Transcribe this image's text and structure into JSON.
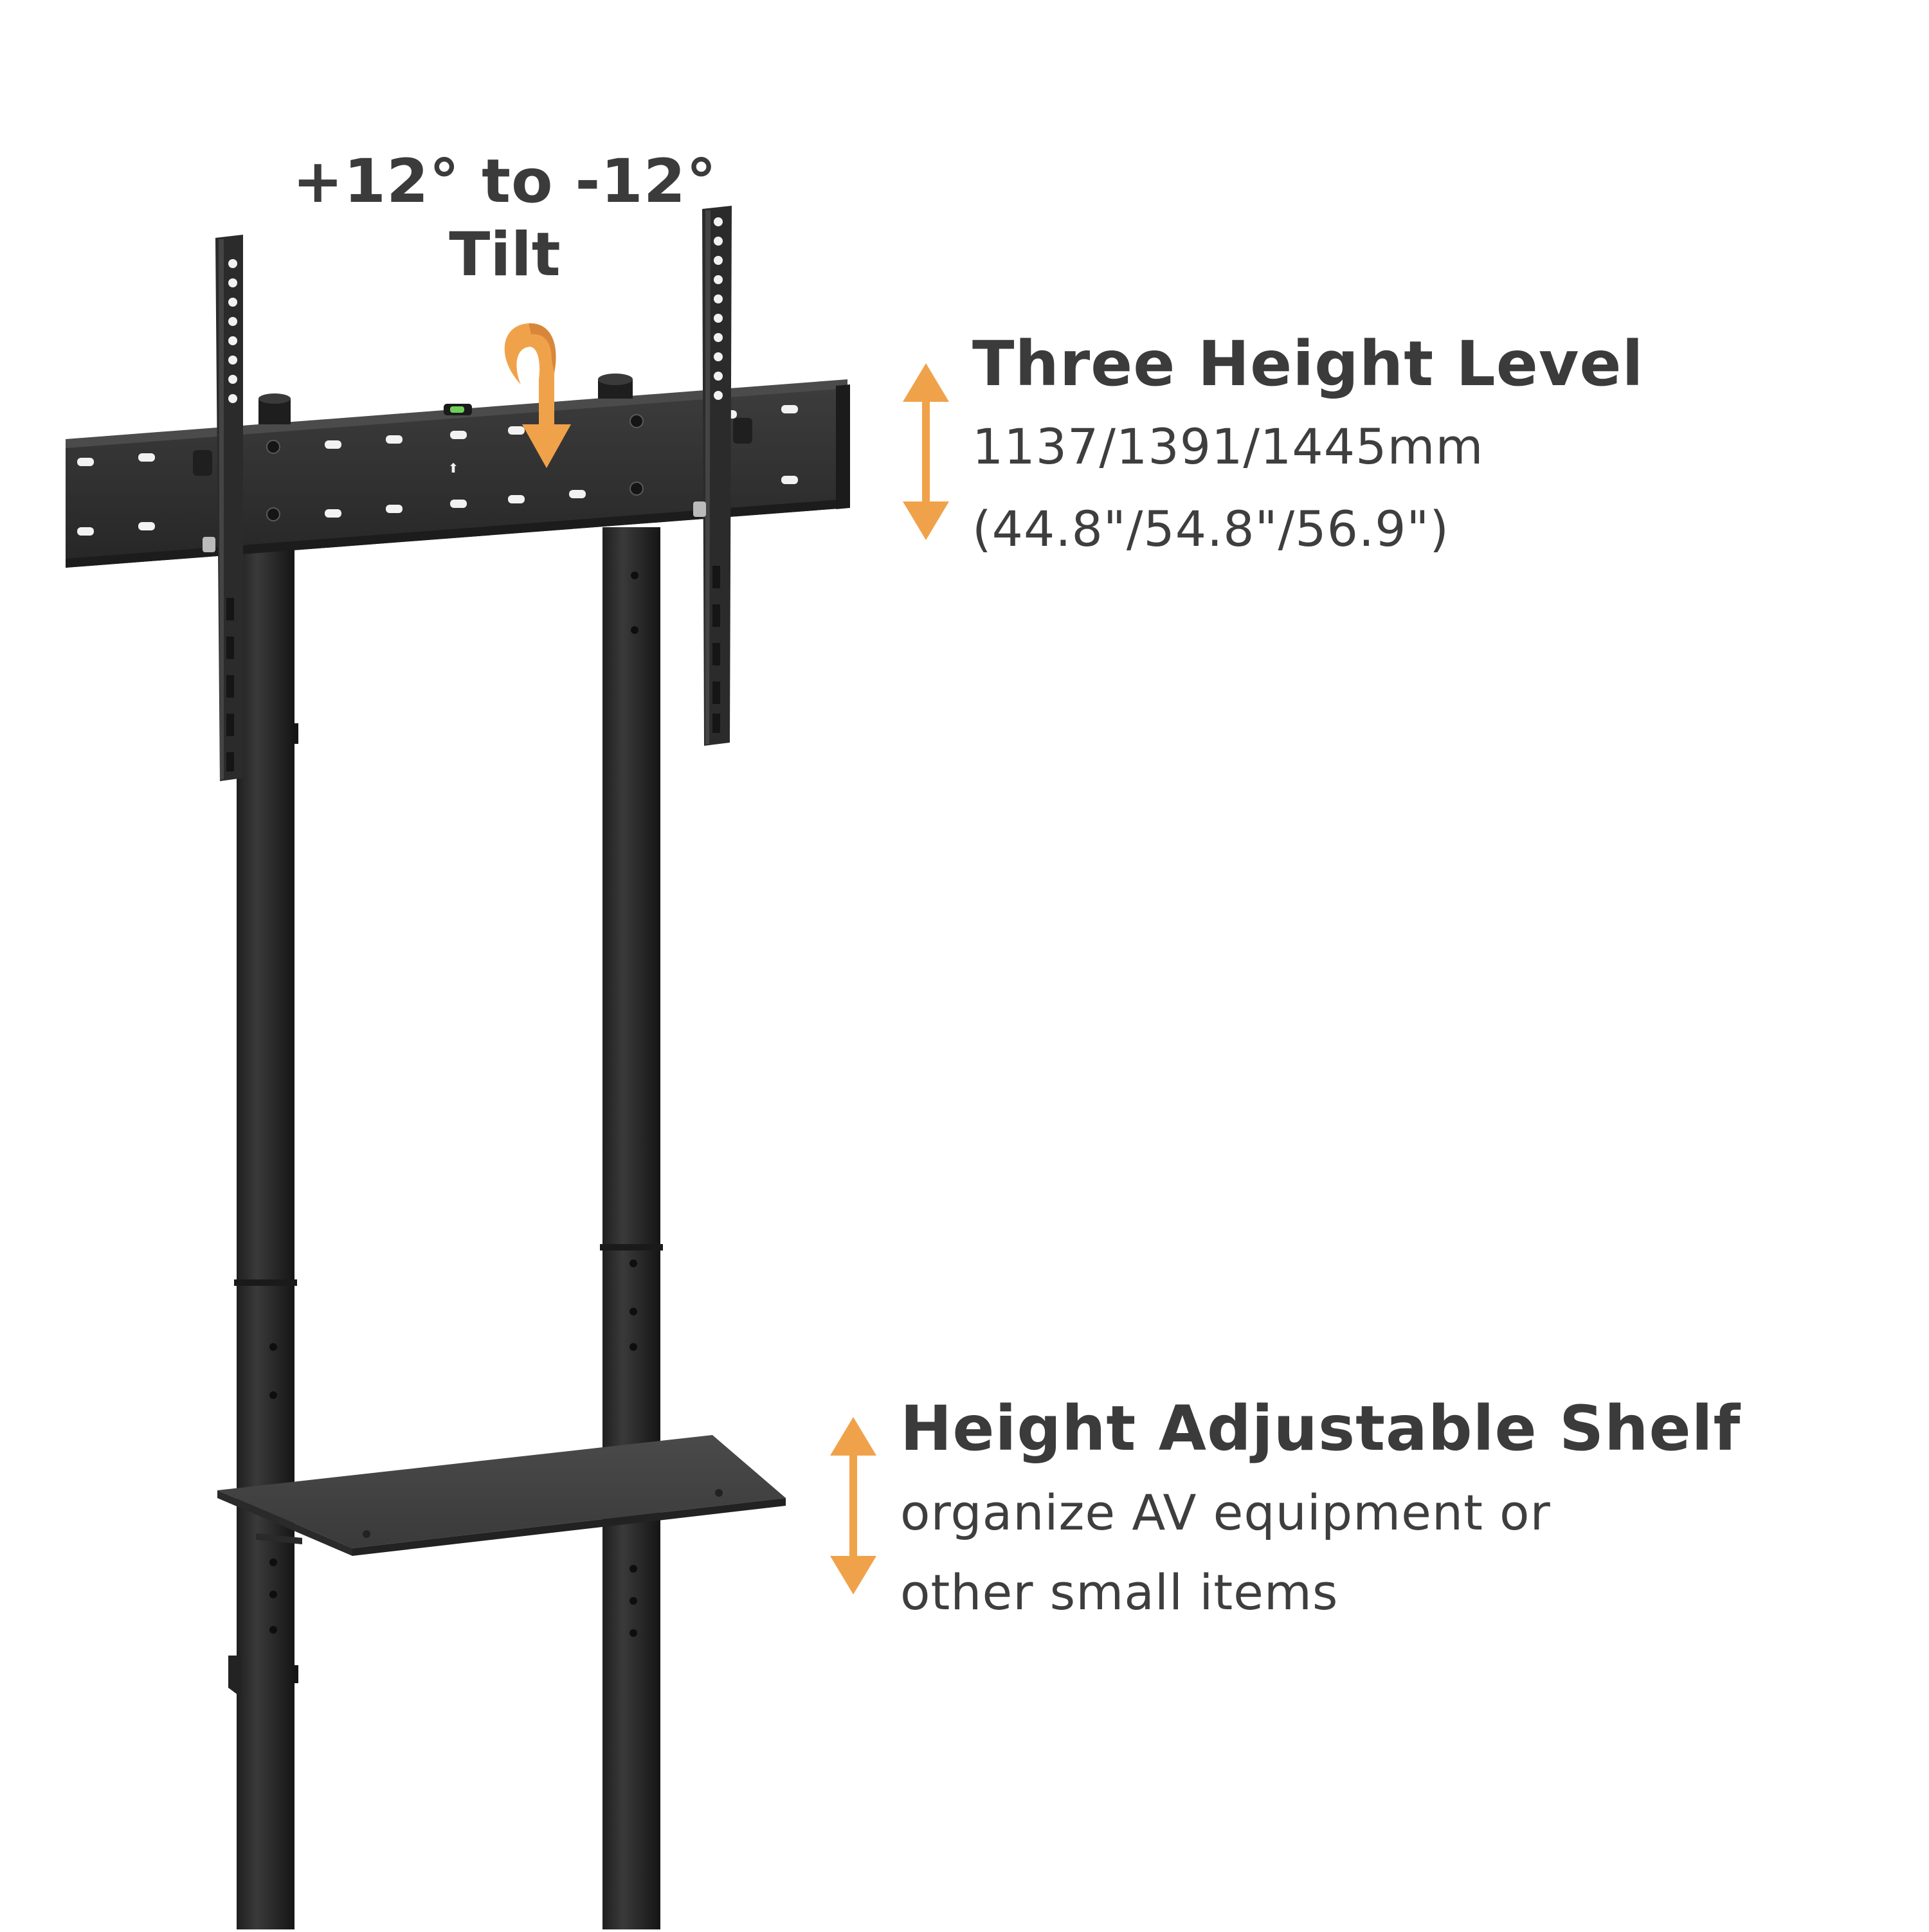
{
  "tilt": {
    "line1": "+12° to -12°",
    "line2": "Tilt"
  },
  "features": [
    {
      "title": "Three Height Level",
      "line1": "1137/1391/1445mm",
      "line2": "(44.8\"/54.8\"/56.9\")"
    },
    {
      "title": "Height Adjustable Shelf",
      "line1": "organize AV equipment or",
      "line2": "other small items"
    }
  ],
  "colors": {
    "accent": "#F0A24A",
    "text": "#3B3B3B",
    "metal": "#2E2E2E",
    "metal_light": "#454545",
    "background": "#FFFFFF"
  },
  "icons": {
    "tilt": "curved-tilt-arrow-icon",
    "height": "double-vertical-arrow-icon"
  }
}
